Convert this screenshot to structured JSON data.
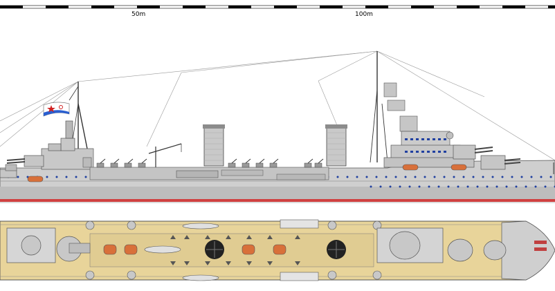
{
  "scale_bar": {
    "label_50": "50m",
    "label_100": "100m"
  },
  "flag": {
    "emblem": "red-star-hammer-sickle",
    "stripe_color": "#2a5fd0"
  },
  "colors": {
    "hull_grey": "#c8c8c8",
    "hull_dark": "#8c8c8c",
    "deck_tan": "#e8d49a",
    "waterline_red": "#d04040",
    "porthole_blue": "#2040a0",
    "boat_orange": "#d8703a"
  }
}
